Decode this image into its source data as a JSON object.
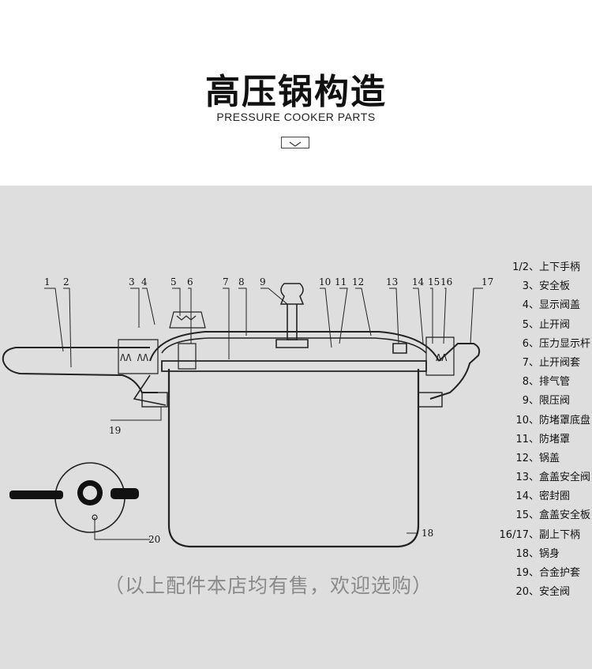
{
  "header": {
    "title": "高压锅构造",
    "subtitle": "PRESSURE COOKER PARTS"
  },
  "diagram": {
    "callouts": [
      "1",
      "2",
      "3",
      "4",
      "5",
      "6",
      "7",
      "8",
      "9",
      "10",
      "11",
      "12",
      "13",
      "14",
      "15",
      "16",
      "17",
      "19",
      "18",
      "20"
    ],
    "parts": [
      {
        "num": "1/2",
        "sep": "、",
        "name": "上下手柄"
      },
      {
        "num": "3",
        "sep": "、",
        "name": "安全板"
      },
      {
        "num": "4",
        "sep": "、",
        "name": "显示阀盖"
      },
      {
        "num": "5",
        "sep": "、",
        "name": "止开阀"
      },
      {
        "num": "6",
        "sep": "、",
        "name": "压力显示杆"
      },
      {
        "num": "7",
        "sep": "、",
        "name": "止开阀套"
      },
      {
        "num": "8",
        "sep": "、",
        "name": "排气管"
      },
      {
        "num": "9",
        "sep": "、",
        "name": "限压阀"
      },
      {
        "num": "10",
        "sep": "、",
        "name": "防堵罩底盘"
      },
      {
        "num": "11",
        "sep": "、",
        "name": "防堵罩"
      },
      {
        "num": "12",
        "sep": "、",
        "name": "锅盖"
      },
      {
        "num": "13",
        "sep": "、",
        "name": "盒盖安全阀"
      },
      {
        "num": "14",
        "sep": "、",
        "name": "密封圈"
      },
      {
        "num": "15",
        "sep": "、",
        "name": "盒盖安全板"
      },
      {
        "num": "16/17",
        "sep": "、",
        "name": "副上下柄"
      },
      {
        "num": "18",
        "sep": "、",
        "name": "锅身"
      },
      {
        "num": "19",
        "sep": "、",
        "name": "合金护套"
      },
      {
        "num": "20",
        "sep": "、",
        "name": "安全阀"
      }
    ],
    "note": "（以上配件本店均有售，欢迎选购）"
  },
  "colors": {
    "background": "#ffffff",
    "diagram_bg": "#dedede",
    "line": "#222222",
    "note_text": "#8a8a8a"
  },
  "icons": {
    "header_button": "chevron-down-icon"
  }
}
